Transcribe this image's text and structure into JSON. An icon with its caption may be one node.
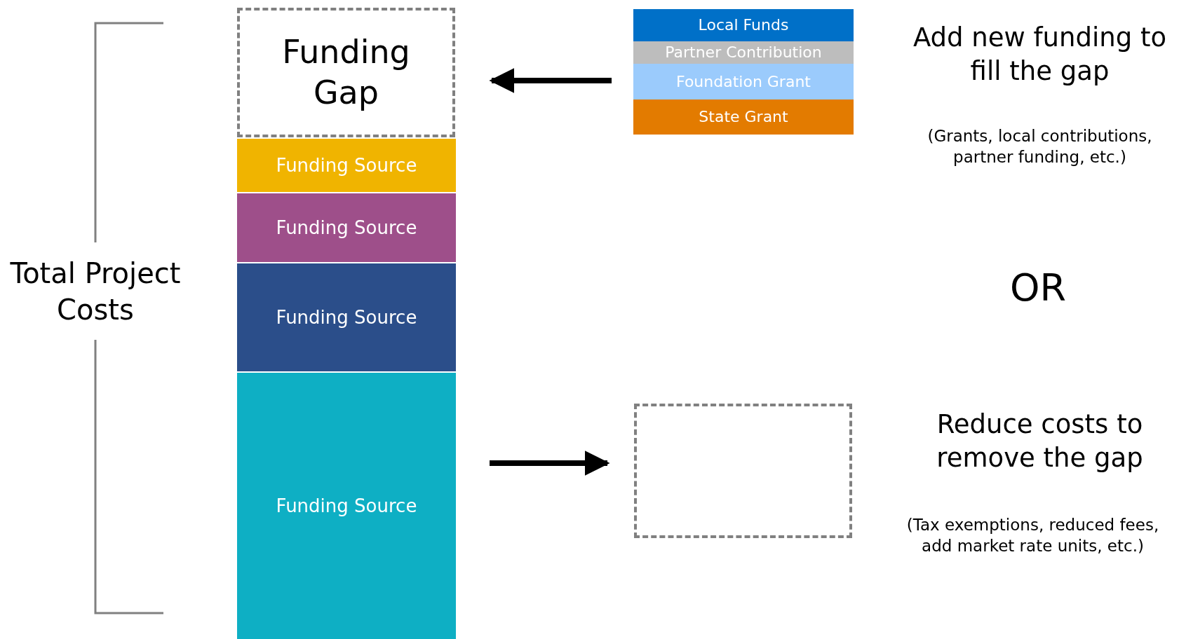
{
  "diagram": {
    "nodes": [
      {
        "text": [
          "Funding Gap"
        ]
      },
      {
        "text": [
          "Funding Source"
        ]
      },
      {
        "text": [
          "Funding Source"
        ]
      },
      {
        "text": [
          "Funding Source"
        ]
      },
      {
        "text": [
          "Funding Source"
        ]
      },
      {
        "text": [
          "Local Funds"
        ]
      },
      {
        "text": [
          "Partner Contribution"
        ]
      },
      {
        "text": [
          "Foundation Grant"
        ]
      },
      {
        "text": [
          "State Grant"
        ]
      },
      {
        "text": [],
        "shape": "box"
      }
    ],
    "edges": [
      {
        "from": null,
        "to": 0,
        "arrow": "to"
      },
      {
        "from": null,
        "to": 9,
        "arrow": "to"
      }
    ],
    "labels": [
      "Total Project Costs",
      "Add new funding to fill the gap",
      "(Grants, local contributions, partner funding, etc.)",
      "OR",
      "Reduce costs to remove the gap",
      "(Tax exemptions, reduced fees, add market rate units, etc.)"
    ]
  }
}
